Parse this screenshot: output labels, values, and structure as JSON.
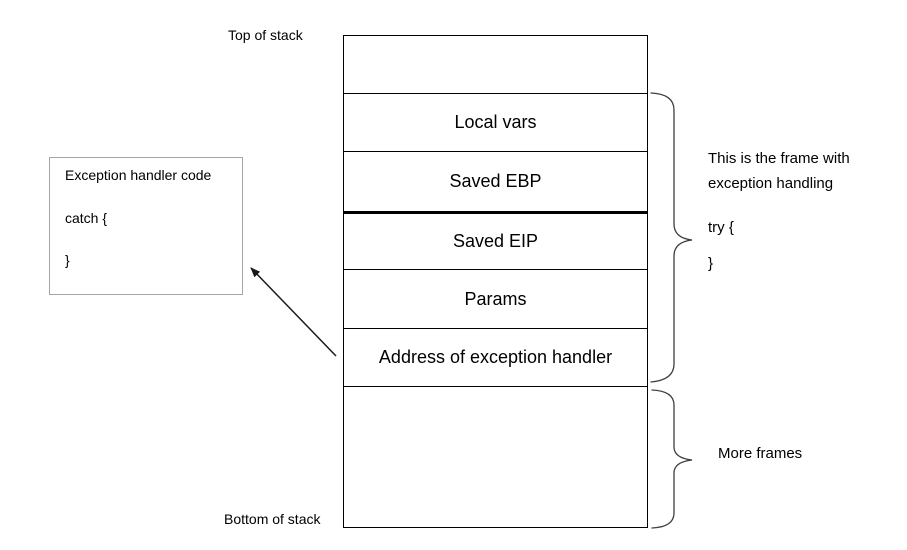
{
  "labels": {
    "top": "Top of stack",
    "bottom": "Bottom of stack",
    "more_frames": "More frames"
  },
  "stack": {
    "rows": [
      "",
      "Local vars",
      "Saved EBP",
      "Saved EIP",
      "Params",
      "Address of exception handler",
      ""
    ]
  },
  "handler_box": {
    "lines": [
      "Exception handler code",
      "catch {",
      "}"
    ]
  },
  "frame_annotation": {
    "lines": [
      "This is the frame with",
      "exception handling",
      "try {",
      "}"
    ]
  },
  "colors": {
    "stack_border": "#000000",
    "handler_box_border": "#a6a6a6",
    "brace_stroke": "#3f3f3f",
    "arrow_stroke": "#1a1a1a",
    "text": "#000000",
    "background": "#ffffff"
  }
}
